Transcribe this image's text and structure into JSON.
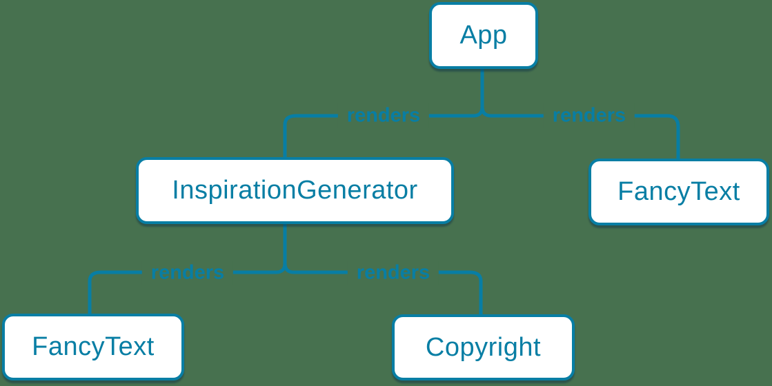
{
  "colors": {
    "background": "#47714F",
    "accent": "#087EA4",
    "node_fill": "#FFFFFF"
  },
  "nodes": [
    {
      "id": "app",
      "label": "App"
    },
    {
      "id": "inspiration-generator",
      "label": "InspirationGenerator"
    },
    {
      "id": "fancy-text-top",
      "label": "FancyText"
    },
    {
      "id": "fancy-text-bottom",
      "label": "FancyText"
    },
    {
      "id": "copyright",
      "label": "Copyright"
    }
  ],
  "edges": [
    {
      "from": "App",
      "to": "InspirationGenerator",
      "label": "renders"
    },
    {
      "from": "App",
      "to": "FancyText",
      "label": "renders"
    },
    {
      "from": "InspirationGenerator",
      "to": "FancyText",
      "label": "renders"
    },
    {
      "from": "InspirationGenerator",
      "to": "Copyright",
      "label": "renders"
    }
  ]
}
